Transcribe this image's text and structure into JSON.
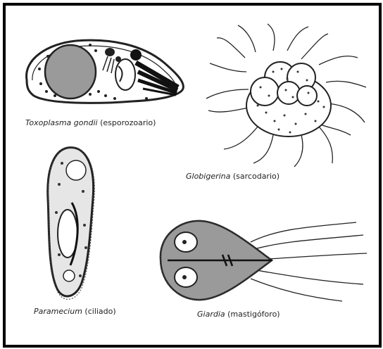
{
  "figure": {
    "organisms": [
      {
        "genus": "Toxoplasma gondii",
        "group": "(esporozoario)"
      },
      {
        "genus": "Globigerina",
        "group": "(sarcodario)"
      },
      {
        "genus": "Paramecium",
        "group": "(ciliado)"
      },
      {
        "genus": "Giardia",
        "group": "(mastigóforo)"
      }
    ]
  },
  "colors": {
    "border": "#000000",
    "ink": "#222222",
    "nucleus_gray": "#9a9a9a"
  }
}
